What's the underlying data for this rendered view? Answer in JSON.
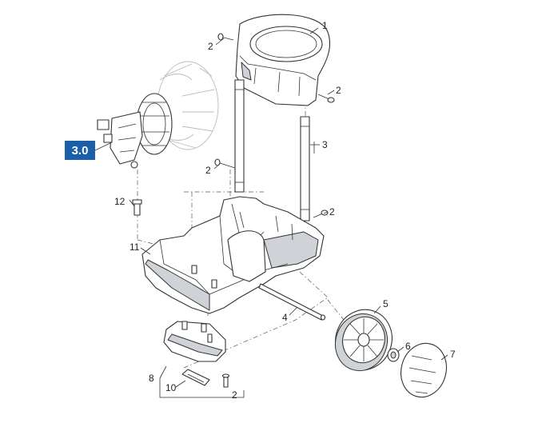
{
  "callouts": [
    {
      "id": "1",
      "text": "1"
    },
    {
      "id": "2a",
      "text": "2"
    },
    {
      "id": "2b",
      "text": "2"
    },
    {
      "id": "2c",
      "text": "2"
    },
    {
      "id": "2d",
      "text": "2"
    },
    {
      "id": "2e",
      "text": "2"
    },
    {
      "id": "3",
      "text": "3"
    },
    {
      "id": "4",
      "text": "4"
    },
    {
      "id": "5",
      "text": "5"
    },
    {
      "id": "6",
      "text": "6"
    },
    {
      "id": "7",
      "text": "7"
    },
    {
      "id": "8",
      "text": "8"
    },
    {
      "id": "10",
      "text": "10"
    },
    {
      "id": "11",
      "text": "11"
    },
    {
      "id": "12",
      "text": "12"
    }
  ],
  "reference_badge": {
    "text": "3.0",
    "color": "#1a5fa8"
  }
}
